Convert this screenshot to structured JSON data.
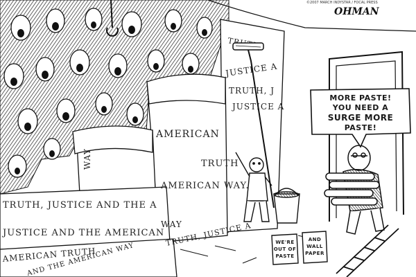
{
  "credits": {
    "copyright": "©2007 MARCH INDYSTAR / FOCAL PRESS",
    "signature": "OHMAN"
  },
  "speech": {
    "line1": "MORE PASTE!",
    "line2": "YOU NEED A",
    "line3": "SURGE MORE",
    "line4": "PASTE!"
  },
  "cans": {
    "left": {
      "line1": "WE'RE",
      "line2": "OUT OF",
      "line3": "PASTE"
    },
    "right": {
      "line1": "AND",
      "line2": "WALL",
      "line3": "PAPER"
    }
  },
  "wallpaper": {
    "strip_top": "TRUTH,",
    "strip_top2": "JUSTICE A",
    "strip_truth": "TRUTH, J",
    "strip_justice": "JUSTICE A",
    "american": "AMERICAN",
    "way": "WAY",
    "truth": "TRUTH",
    "american_way": "AMERICAN WAY.",
    "truth_justice": "TRUTH, JUSTICE AND THE A",
    "justice_and": "JUSTICE AND THE AMERICAN",
    "way2": "WAY",
    "truth_justice2": "TRUTH, JUSTICE A",
    "american_truth": "AMERICAN TRUTH",
    "the_american": "AND THE AMERICAN WAY"
  },
  "colors": {
    "ink": "#1a1a1a",
    "paper": "#ffffff"
  }
}
